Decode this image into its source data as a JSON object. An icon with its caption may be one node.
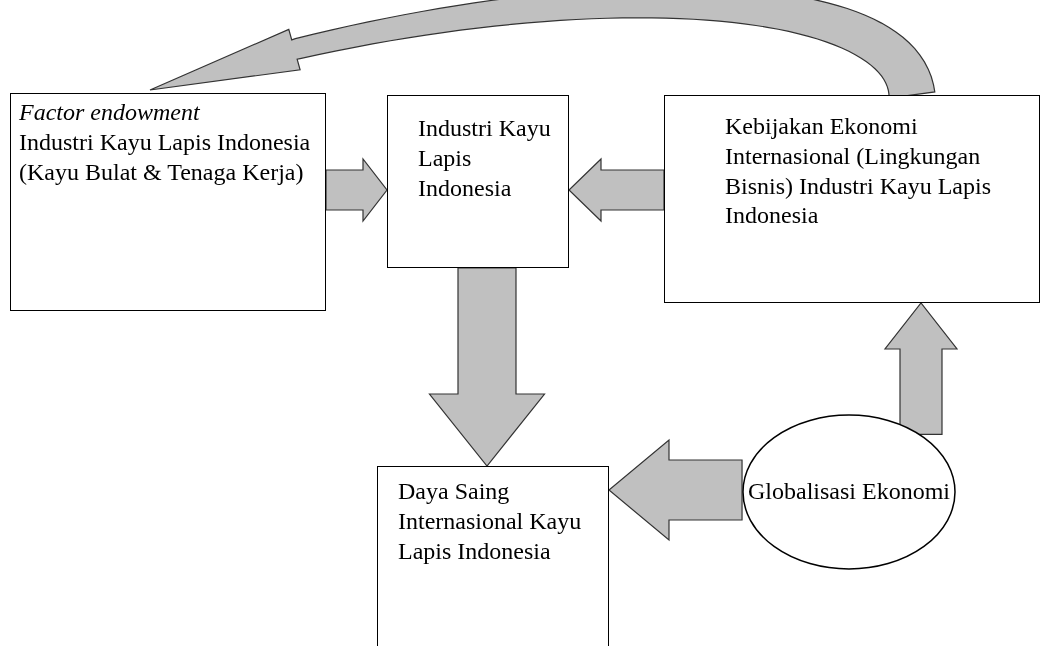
{
  "diagram": {
    "nodes": [
      {
        "text": [
          "Factor endowment",
          "Industri Kayu Lapis Indonesia (Kayu Bulat & Tenaga Kerja)"
        ]
      },
      {
        "text": [
          "Industri Kayu Lapis Indonesia"
        ]
      },
      {
        "text": [
          "Kebijakan Ekonomi Internasional (Lingkungan Bisnis) Industri Kayu Lapis Indonesia"
        ]
      },
      {
        "text": [
          "Daya Saing Internasional Kayu Lapis Indonesia"
        ]
      },
      {
        "text": [
          "Globalisasi Ekonomi"
        ]
      }
    ],
    "edges": [
      {
        "from": 0,
        "to": 1,
        "arrow": "to"
      },
      {
        "from": 2,
        "to": 1,
        "arrow": "to"
      },
      {
        "from": 1,
        "to": 3,
        "arrow": "to"
      },
      {
        "from": 4,
        "to": 2,
        "arrow": "to"
      },
      {
        "from": 4,
        "to": 3,
        "arrow": "to"
      },
      {
        "from": 2,
        "to": 0,
        "arrow": "to"
      }
    ]
  }
}
